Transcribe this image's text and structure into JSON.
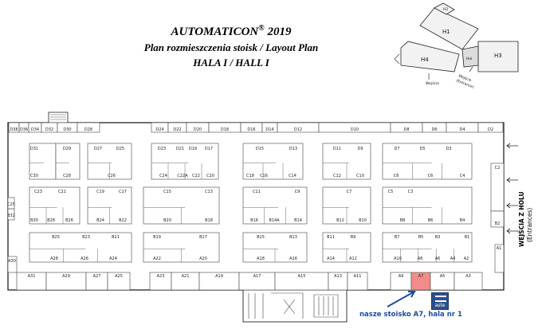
{
  "title": {
    "line1": "AUTOMATICON",
    "reg": "®",
    "year": "2019",
    "line2": "Plan rozmieszczenia stoisk / Layout Plan",
    "line3": "HALA I / HALL I"
  },
  "minimap": {
    "halls": [
      "H1",
      "H2",
      "H3",
      "H4",
      "Hol"
    ],
    "entrance_label_1": "Wejście",
    "entrance_label_2": "(Entrance)",
    "tiny_label": "Wejście"
  },
  "entrance": {
    "label_1": "WEJŚCIA Z HOLU",
    "label_2": "(Entrances)"
  },
  "logo": {
    "text": "aste"
  },
  "note": "nasze stoisko A7, hala nr 1",
  "highlight_color": "#f28c8c",
  "brand_color": "#2d4f8e",
  "top_row": [
    "D38",
    "D36",
    "D34",
    "D32",
    "D30",
    "D28",
    "D24",
    "D22",
    "D20",
    "D18",
    "D16",
    "D14",
    "D12",
    "D10",
    "D8",
    "D6",
    "D4",
    "D2"
  ],
  "bottom_row": [
    "A31",
    "A29",
    "A27",
    "A25",
    "A23",
    "A21",
    "A19",
    "A17",
    "A15",
    "A13",
    "A11",
    "A9",
    "A7",
    "A5",
    "A3"
  ],
  "blocks": {
    "b1": [
      "D31",
      "C30"
    ],
    "b2": [
      "D29",
      "C28"
    ],
    "b3": [
      "D27",
      "D25",
      "C26"
    ],
    "b4": [
      "D23",
      "D21",
      "D19",
      "D17",
      "C24",
      "C22A",
      "C22",
      "C20"
    ],
    "b5": [
      "D15",
      "D13",
      "C18",
      "C16",
      "C14"
    ],
    "b6": [
      "D11",
      "D9",
      "C12",
      "C10"
    ],
    "b7": [
      "D7",
      "D5",
      "D3",
      "C8",
      "C6",
      "C4"
    ],
    "r2a": [
      "C23",
      "C21",
      "B30",
      "B28",
      "B26"
    ],
    "r2b": [
      "C19",
      "C17",
      "B24",
      "B22"
    ],
    "r2c": [
      "C15",
      "C13",
      "B20",
      "B18"
    ],
    "r2d": [
      "C11",
      "C9",
      "B16",
      "B14A",
      "B14"
    ],
    "r2e": [
      "C7",
      "B12",
      "B10"
    ],
    "r2f": [
      "C5",
      "C3",
      "B8",
      "B6",
      "B4"
    ],
    "r3a": [
      "B25",
      "B23",
      "B21",
      "A28",
      "A26",
      "A24"
    ],
    "r3b": [
      "B19",
      "B17",
      "A22",
      "A20"
    ],
    "r3c": [
      "B15",
      "B13",
      "A18",
      "A16"
    ],
    "r3d": [
      "B11",
      "B9",
      "A14",
      "A12"
    ],
    "r3e": [
      "B7",
      "B5",
      "B3",
      "B1",
      "A10",
      "A8",
      "A6",
      "A4",
      "A2"
    ]
  },
  "side": [
    "C2",
    "B2",
    "A1",
    "A30",
    "B32",
    "C25"
  ]
}
